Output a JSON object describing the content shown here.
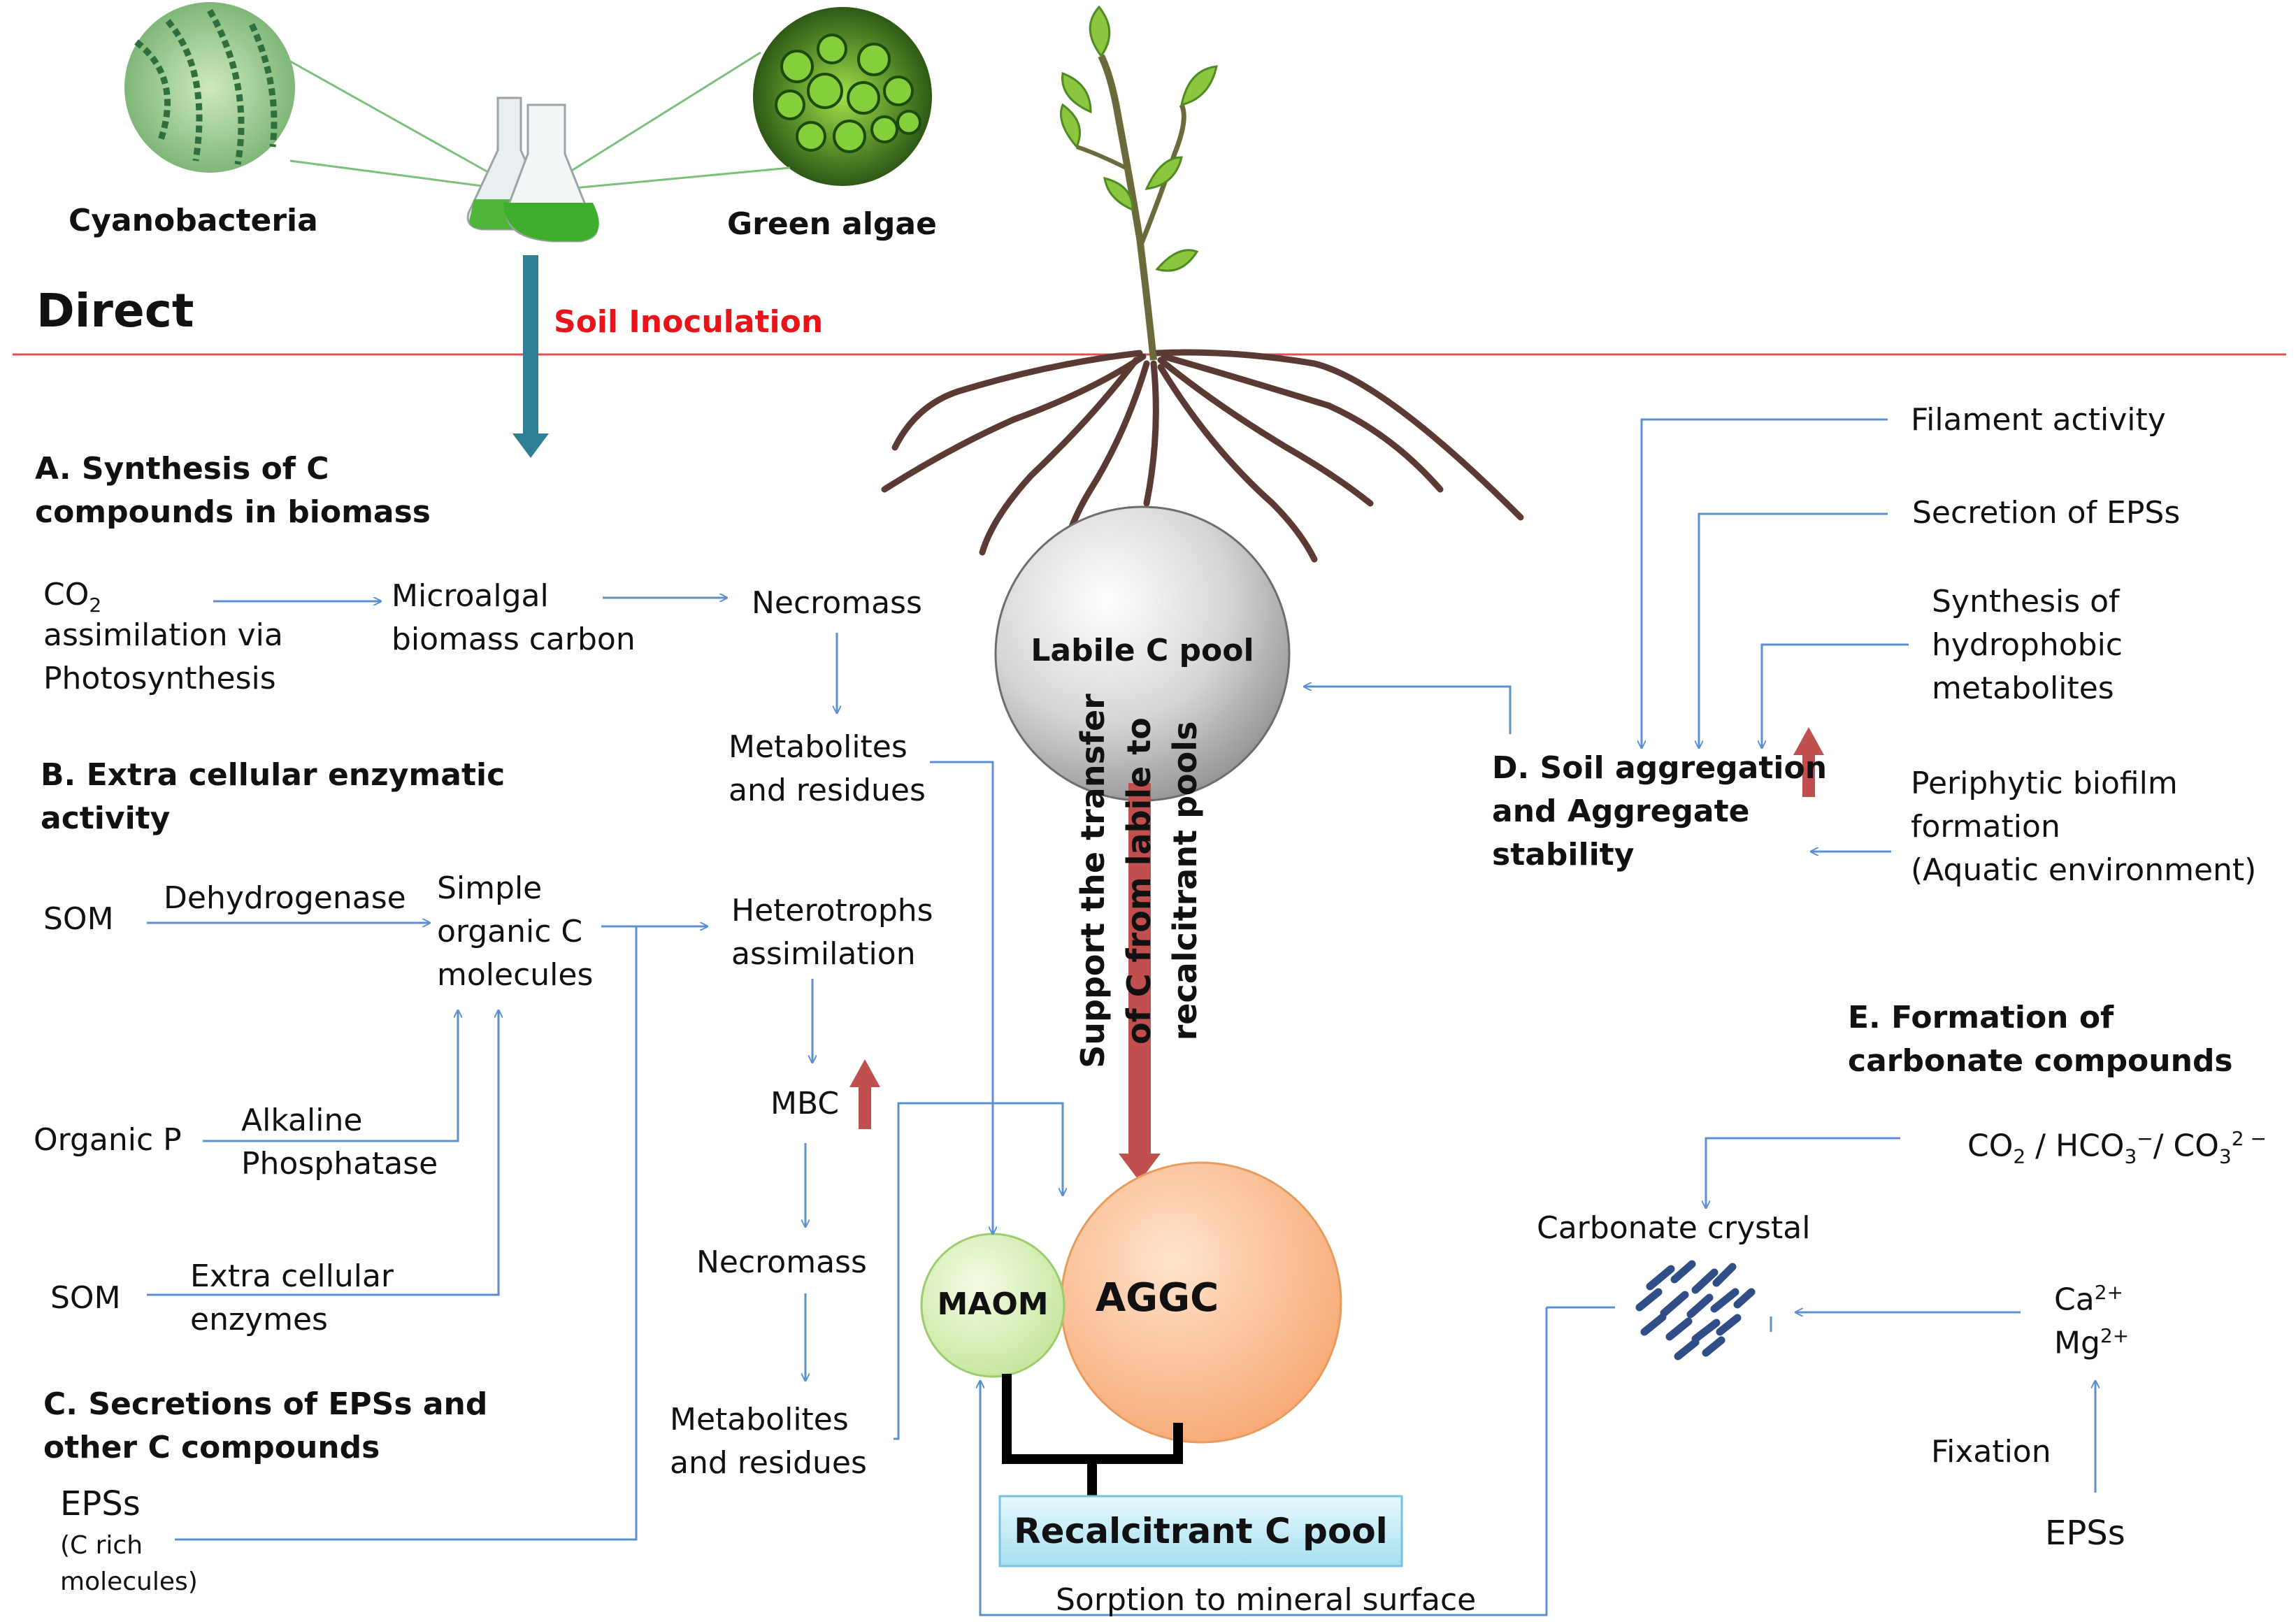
{
  "direct": {
    "label": "Direct",
    "cyanobacteria": "Cyanobacteria",
    "green_algae": "Green algae",
    "soil_inoculation": "Soil Inoculation"
  },
  "section_a": {
    "title": "A. Synthesis of C\ncompounds in biomass",
    "co2_main": "CO",
    "co2_sub": "2",
    "co2_rest": "assimilation via\nPhotosynthesis",
    "microalgal": "Microalgal\nbiomass carbon",
    "necromass": "Necromass",
    "metabolites": "Metabolites\nand residues"
  },
  "section_b": {
    "title": "B. Extra cellular enzymatic\nactivity",
    "som1": "SOM",
    "dehydrogenase": "Dehydrogenase",
    "simple_c": "Simple\norganic C\nmolecules",
    "heterotrophs": "Heterotrophs\nassimilation",
    "organic_p": "Organic P",
    "alkaline": "Alkaline\nPhosphatase",
    "som2": "SOM",
    "extra_enzymes": "Extra cellular\nenzymes",
    "mbc": "MBC",
    "necromass2": "Necromass",
    "metabolites2": "Metabolites\nand residues"
  },
  "section_c": {
    "title": "C. Secretions of EPSs and\nother C compounds",
    "epss": "EPSs",
    "c_rich": "(C rich\nmolecules)"
  },
  "center": {
    "labile": "Labile C pool",
    "transfer": "Support the transfer\nof C from labile to\nrecalcitrant  pools",
    "aggc": "AGGC",
    "maom": "MAOM",
    "recalcitrant": "Recalcitrant C pool",
    "sorption": "Sorption to mineral surface"
  },
  "section_d": {
    "title": "D. Soil aggregation\nand Aggregate\nstability",
    "filament": "Filament activity",
    "secretion": "Secretion of EPSs",
    "synthesis": "Synthesis of\nhydrophobic\nmetabolites",
    "periphytic": "Periphytic biofilm\nformation\n (Aquatic environment)"
  },
  "section_e": {
    "title": "E. Formation of\ncarbonate compounds",
    "carbonate_crystal": "Carbonate crystal",
    "fixation": "Fixation",
    "epss": "EPSs"
  },
  "colors": {
    "arrow_blue": "#5b8fd0",
    "red_arrow": "#c0504d",
    "teal_arrow": "#2e7f93",
    "divider": "#e05050",
    "crystal": "#2f4d86"
  }
}
